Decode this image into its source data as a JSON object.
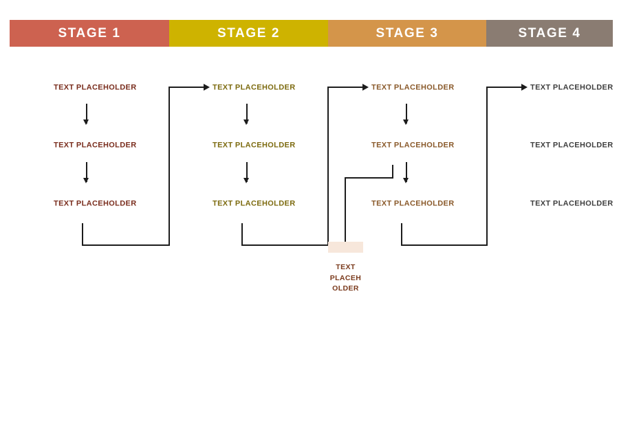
{
  "diagram": {
    "title": "Four stage process flow with placeholder steps",
    "background_color": "#ffffff"
  },
  "stage_bar": {
    "segments": [
      {
        "label": "STAGE 1",
        "color": "#cd6250",
        "text_color": "#ffffff"
      },
      {
        "label": "STAGE 2",
        "color": "#ceb300",
        "text_color": "#ffffff"
      },
      {
        "label": "STAGE 3",
        "color": "#d4954a",
        "text_color": "#ffffff"
      },
      {
        "label": "STAGE 4",
        "color": "#8a7c72",
        "text_color": "#ffffff"
      }
    ]
  },
  "columns": [
    {
      "stage": "STAGE 1",
      "text_color": "#7a2e1e",
      "nodes": [
        {
          "label": "TEXT PLACEHOLDER"
        },
        {
          "label": "TEXT PLACEHOLDER"
        },
        {
          "label": "TEXT PLACEHOLDER"
        }
      ]
    },
    {
      "stage": "STAGE 2",
      "text_color": "#7d6b10",
      "nodes": [
        {
          "label": "TEXT PLACEHOLDER"
        },
        {
          "label": "TEXT PLACEHOLDER"
        },
        {
          "label": "TEXT PLACEHOLDER"
        }
      ]
    },
    {
      "stage": "STAGE 3",
      "text_color": "#8a5a2b",
      "nodes": [
        {
          "label": "TEXT PLACEHOLDER"
        },
        {
          "label": "TEXT PLACEHOLDER"
        },
        {
          "label": "TEXT PLACEHOLDER"
        }
      ]
    },
    {
      "stage": "STAGE 4",
      "text_color": "#3f3f3f",
      "nodes": [
        {
          "label": "TEXT PLACEHOLDER"
        },
        {
          "label": "TEXT PLACEHOLDER"
        },
        {
          "label": "TEXT PLACEHOLDER"
        }
      ]
    }
  ],
  "outcome_node": {
    "band_color": "#f7e7db",
    "text_color": "#7a3a1c",
    "lines": [
      "TEXT",
      "PLACEH",
      "OLDER"
    ]
  },
  "connectors": {
    "line_color": "#1c1c1c",
    "down_arrow_count": 8,
    "elbow_count": 3,
    "branch_count": 1
  }
}
